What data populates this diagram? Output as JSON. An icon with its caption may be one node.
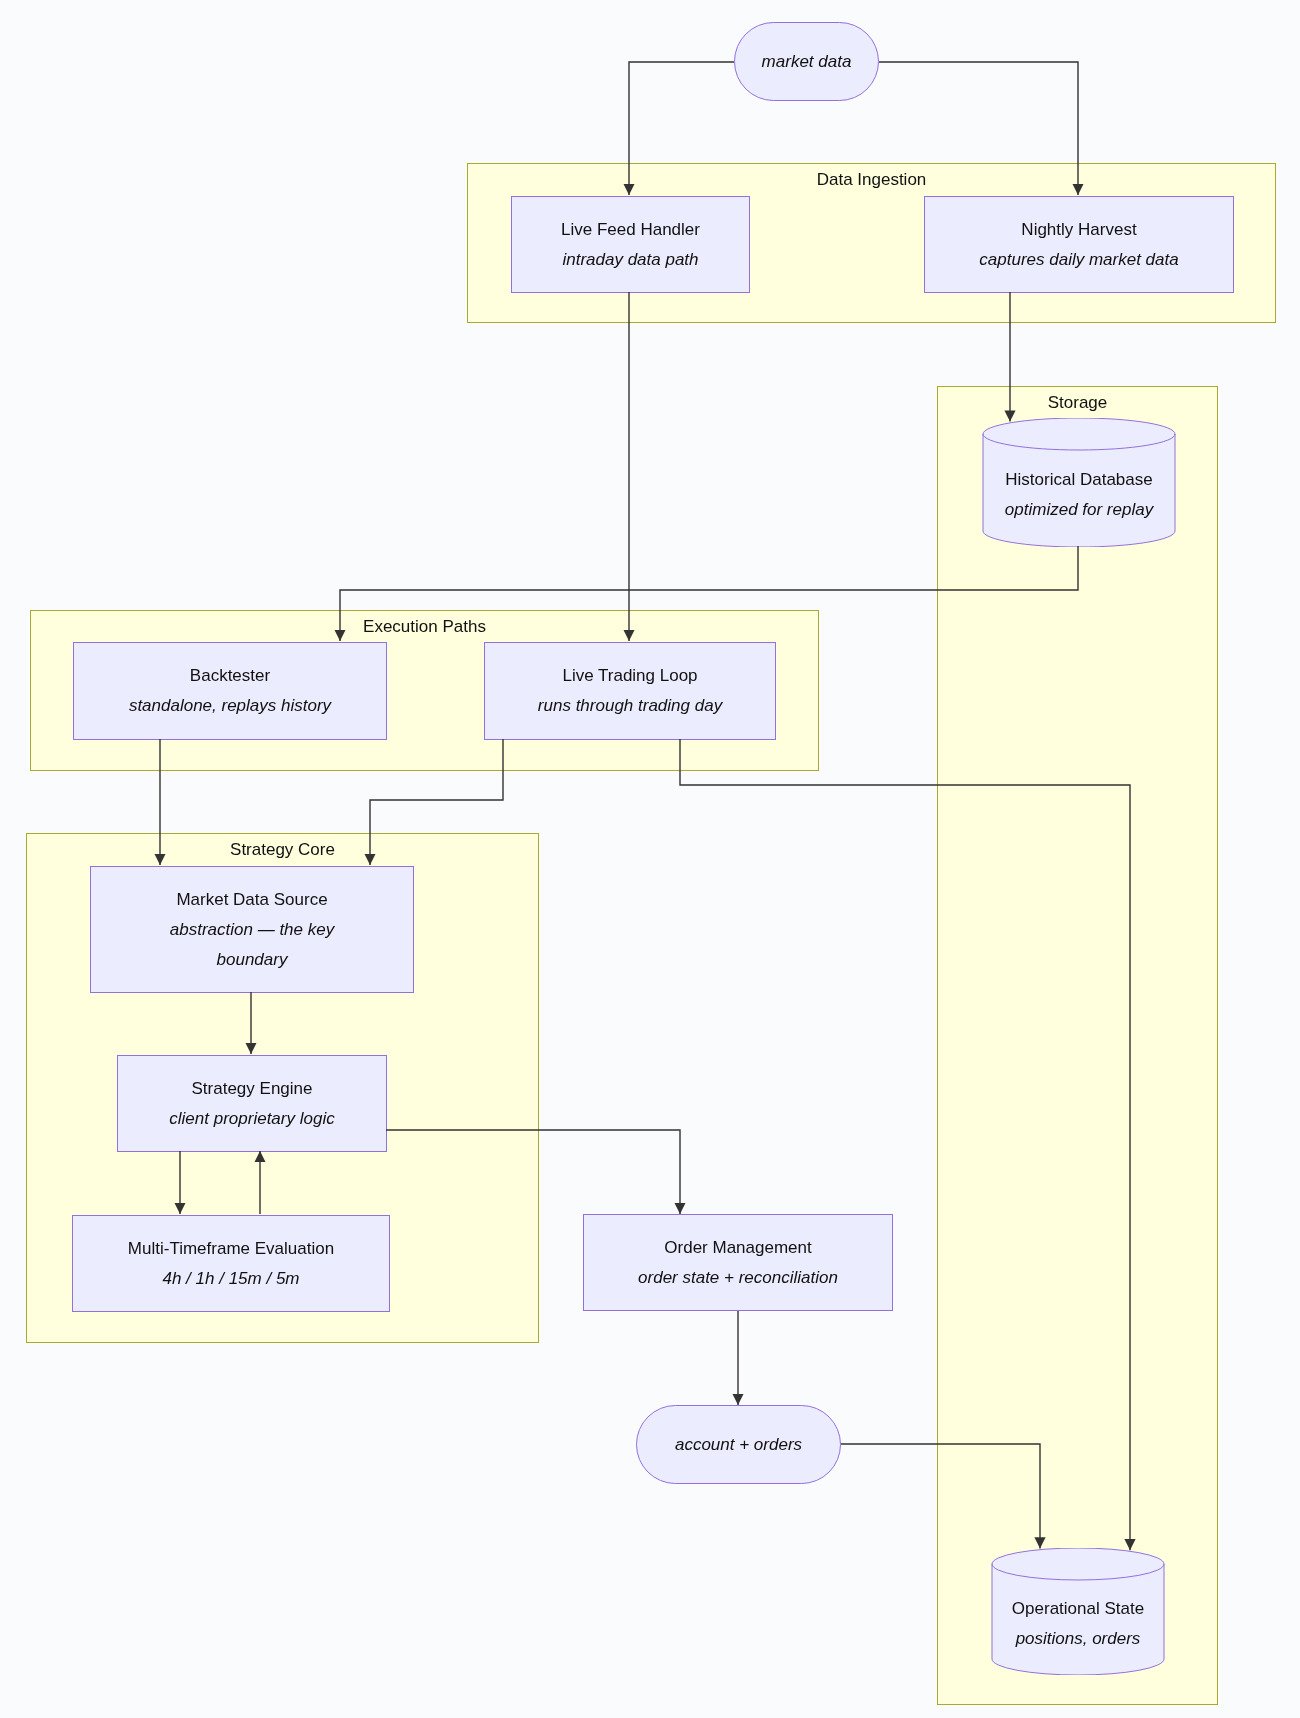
{
  "diagram": {
    "nodes": [
      {
        "text": [
          "market data"
        ]
      },
      {
        "text": [
          "Data Ingestion"
        ]
      },
      {
        "text": [
          "Live Feed Handler",
          "intraday data path"
        ],
        "in": 1
      },
      {
        "text": [
          "Nightly Harvest",
          "captures daily market data"
        ],
        "in": 1
      },
      {
        "text": [
          "Storage"
        ]
      },
      {
        "text": [
          "Historical Database",
          "optimized for replay"
        ],
        "in": 4
      },
      {
        "text": [
          "Execution Paths"
        ]
      },
      {
        "text": [
          "Backtester",
          "standalone, replays history"
        ],
        "in": 6
      },
      {
        "text": [
          "Live Trading Loop",
          "runs through trading day"
        ],
        "in": 6
      },
      {
        "text": [
          "Strategy Core"
        ]
      },
      {
        "text": [
          "Market Data Source",
          "abstraction — the key boundary"
        ],
        "in": 9
      },
      {
        "text": [
          "Strategy Engine",
          "client proprietary logic"
        ],
        "in": 9
      },
      {
        "text": [
          "Multi-Timeframe Evaluation",
          "4h / 1h / 15m / 5m"
        ],
        "in": 9
      },
      {
        "text": [
          "Order Management",
          "order state + reconciliation"
        ]
      },
      {
        "text": [
          "account + orders"
        ]
      },
      {
        "text": [
          "Operational State",
          "positions, orders"
        ],
        "in": 4
      }
    ],
    "edges": [
      {
        "from": 0,
        "to": 2,
        "arrow": "to"
      },
      {
        "from": 0,
        "to": 3,
        "arrow": "to"
      },
      {
        "from": 3,
        "to": 5,
        "arrow": "to"
      },
      {
        "from": 2,
        "to": 8,
        "arrow": "to"
      },
      {
        "from": 5,
        "to": 7,
        "arrow": "to"
      },
      {
        "from": 7,
        "to": 10,
        "arrow": "to"
      },
      {
        "from": 8,
        "to": 10,
        "arrow": "to"
      },
      {
        "from": 8,
        "to": 15,
        "arrow": "to"
      },
      {
        "from": 10,
        "to": 11,
        "arrow": "to"
      },
      {
        "from": 11,
        "to": 12,
        "arrow": "to"
      },
      {
        "from": 12,
        "to": 11,
        "arrow": "to"
      },
      {
        "from": 11,
        "to": 13,
        "arrow": "to"
      },
      {
        "from": 13,
        "to": 14,
        "arrow": "to"
      },
      {
        "from": 14,
        "to": 15,
        "arrow": "to"
      }
    ]
  }
}
